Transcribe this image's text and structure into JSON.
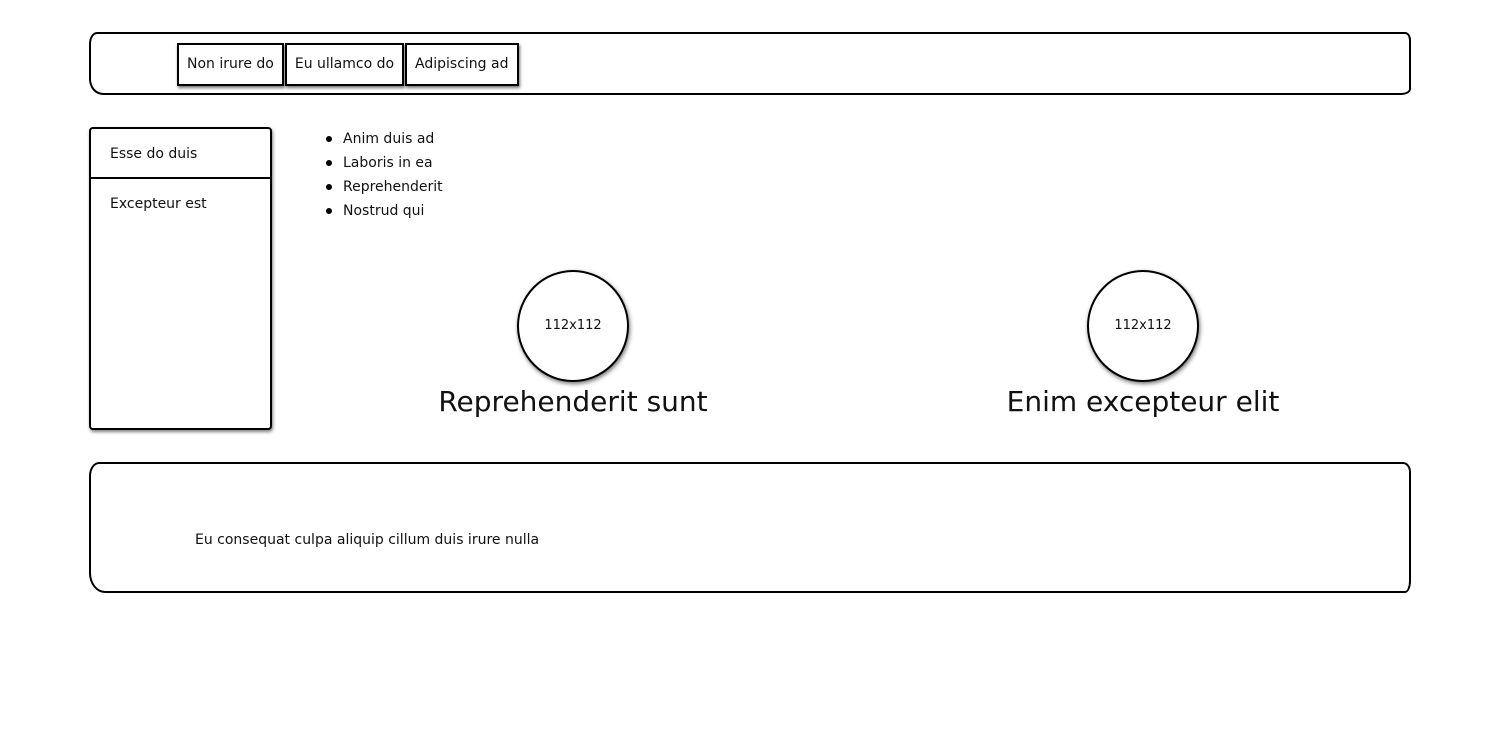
{
  "nav": {
    "tabs": [
      {
        "label": "Non irure do"
      },
      {
        "label": "Eu ullamco do"
      },
      {
        "label": "Adipiscing ad"
      }
    ]
  },
  "sidebar": {
    "items": [
      {
        "label": "Esse do duis"
      },
      {
        "label": "Excepteur est"
      }
    ]
  },
  "bullets": [
    "Anim duis ad",
    "Laboris in ea",
    "Reprehenderit",
    "Nostrud qui"
  ],
  "cards": [
    {
      "avatar_text": "112x112",
      "title": "Reprehenderit sunt"
    },
    {
      "avatar_text": "112x112",
      "title": "Enim excepteur elit"
    }
  ],
  "footer": {
    "text": "Eu consequat culpa aliquip cillum duis irure nulla"
  }
}
